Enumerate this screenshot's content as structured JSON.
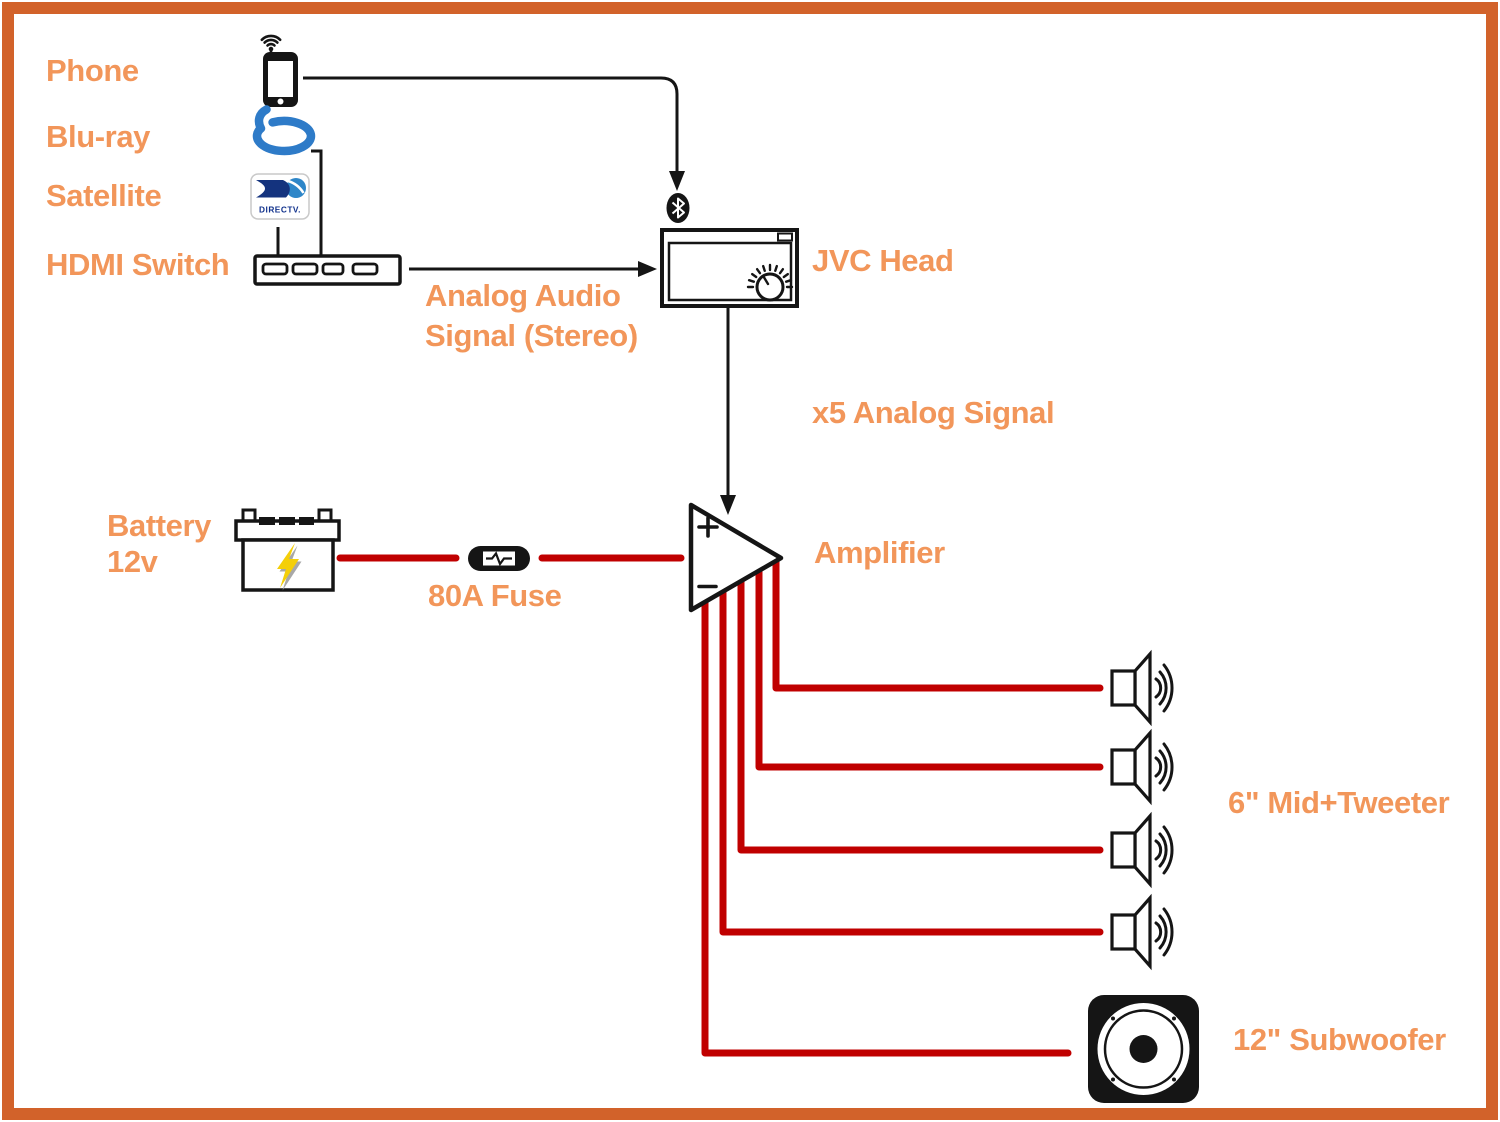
{
  "colors": {
    "label-orange": "#F2965A",
    "border-orange": "#D2622A",
    "wire-red": "#C00000",
    "line-black": "#151515",
    "bluray-blue": "#2E7BC8",
    "directv-navy": "#14337E",
    "directv-blue": "#2E86C8",
    "bolt-yellow": "#F4CF09"
  },
  "sources": {
    "phone": {
      "label": "Phone"
    },
    "bluray": {
      "label": "Blu-ray"
    },
    "satellite": {
      "label": "Satellite",
      "logo_text": "DIRECTV."
    },
    "hdmi_switch": {
      "label": "HDMI Switch"
    }
  },
  "head_unit": {
    "label": "JVC Head"
  },
  "signals": {
    "analog_audio": "Analog Audio\nSignal (Stereo)",
    "x5_analog": "x5 Analog Signal"
  },
  "power": {
    "battery": "Battery\n12v",
    "fuse": "80A Fuse"
  },
  "amplifier": {
    "label": "Amplifier",
    "inputs": [
      "+",
      "−"
    ]
  },
  "speakers": {
    "mid_tweeter": "6\" Mid+Tweeter",
    "subwoofer": "12\" Subwoofer",
    "mid_tweeter_count": 4,
    "subwoofer_count": 1
  },
  "connections": [
    {
      "from": "Phone",
      "to": "JVC Head",
      "via": "Bluetooth",
      "type": "wireless"
    },
    {
      "from": "Blu-ray",
      "to": "HDMI Switch",
      "type": "hdmi"
    },
    {
      "from": "Satellite",
      "to": "HDMI Switch",
      "type": "hdmi"
    },
    {
      "from": "HDMI Switch",
      "to": "JVC Head",
      "type": "Analog Audio Signal (Stereo)"
    },
    {
      "from": "JVC Head",
      "to": "Amplifier",
      "type": "x5 Analog Signal"
    },
    {
      "from": "Battery 12v",
      "to": "80A Fuse",
      "type": "power"
    },
    {
      "from": "80A Fuse",
      "to": "Amplifier",
      "type": "power"
    },
    {
      "from": "Amplifier",
      "to": "6\" Mid+Tweeter x4",
      "type": "speaker wire"
    },
    {
      "from": "Amplifier",
      "to": "12\" Subwoofer",
      "type": "speaker wire"
    }
  ]
}
